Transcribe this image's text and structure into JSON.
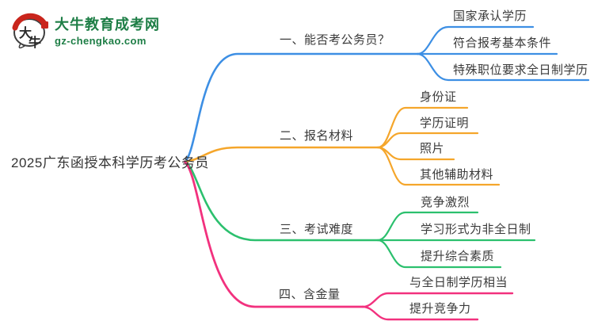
{
  "logo": {
    "icon": "daniu-mascot-speech-bubble",
    "icon_text_top": "大",
    "icon_text_bottom": "牛",
    "site_name": "大牛教育成考网",
    "site_domain": "gz-chengkao.com",
    "brand_green": "#1E7E46",
    "accent_red": "#C9251C"
  },
  "mindmap": {
    "root": {
      "label": "2025广东函授本科学历考公务员"
    },
    "branches": [
      {
        "label": "一、能否考公务员？",
        "color": "#3D8FE4",
        "children": [
          "国家承认学历",
          "符合报考基本条件",
          "特殊职位要求全日制学历"
        ]
      },
      {
        "label": "二、报名材料",
        "color": "#F5A62B",
        "children": [
          "身份证",
          "学历证明",
          "照片",
          "其他辅助材料"
        ]
      },
      {
        "label": "三、考试难度",
        "color": "#2CC06E",
        "children": [
          "竞争激烈",
          "学习形式为非全日制",
          "提升综合素质"
        ]
      },
      {
        "label": "四、含金量",
        "color": "#F2317E",
        "children": [
          "与全日制学历相当",
          "提升竞争力"
        ]
      }
    ]
  }
}
